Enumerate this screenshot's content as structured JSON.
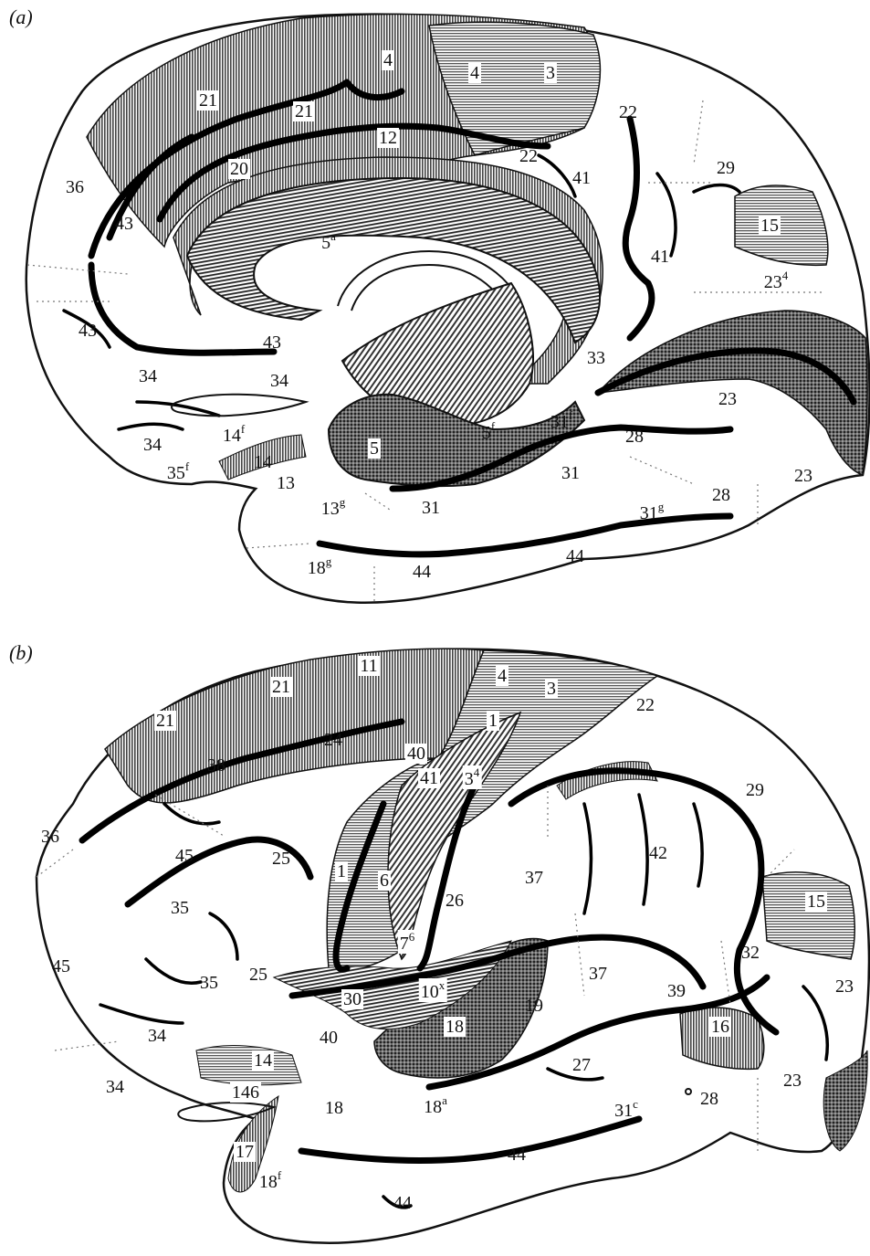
{
  "panels": [
    {
      "id": "a",
      "letter": "(a)",
      "labels": [
        {
          "text": "4",
          "boxed": true
        },
        {
          "text": "4",
          "boxed": true
        },
        {
          "text": "3",
          "boxed": true
        },
        {
          "text": "21",
          "boxed": true
        },
        {
          "text": "21",
          "boxed": true
        },
        {
          "text": "12",
          "boxed": true
        },
        {
          "text": "22"
        },
        {
          "text": "22"
        },
        {
          "text": "20",
          "boxed": true
        },
        {
          "text": "41"
        },
        {
          "text": "29"
        },
        {
          "text": "36"
        },
        {
          "text": "43"
        },
        {
          "text": "5",
          "sup": "a"
        },
        {
          "text": "15",
          "boxed": true
        },
        {
          "text": "41"
        },
        {
          "text": "23",
          "sup": "4"
        },
        {
          "text": "43"
        },
        {
          "text": "43"
        },
        {
          "text": "33"
        },
        {
          "text": "34"
        },
        {
          "text": "34"
        },
        {
          "text": "23"
        },
        {
          "text": "31",
          "sup": "f"
        },
        {
          "text": "5",
          "sup": "f"
        },
        {
          "text": "14",
          "sup": "f"
        },
        {
          "text": "34"
        },
        {
          "text": "28"
        },
        {
          "text": "5",
          "boxed": true
        },
        {
          "text": "35",
          "sup": "f"
        },
        {
          "text": "14"
        },
        {
          "text": "13"
        },
        {
          "text": "31"
        },
        {
          "text": "23"
        },
        {
          "text": "28"
        },
        {
          "text": "13",
          "sup": "g"
        },
        {
          "text": "31"
        },
        {
          "text": "31",
          "sup": "g"
        },
        {
          "text": "18",
          "sup": "g"
        },
        {
          "text": "44"
        },
        {
          "text": "44"
        }
      ]
    },
    {
      "id": "b",
      "letter": "(b)",
      "labels": [
        {
          "text": "11",
          "boxed": true
        },
        {
          "text": "4",
          "boxed": true
        },
        {
          "text": "21",
          "boxed": true
        },
        {
          "text": "3",
          "boxed": true
        },
        {
          "text": "22"
        },
        {
          "text": "21",
          "boxed": true
        },
        {
          "text": "1",
          "boxed": true
        },
        {
          "text": "38"
        },
        {
          "text": "24"
        },
        {
          "text": "40",
          "boxed": true
        },
        {
          "text": "41",
          "boxed": true
        },
        {
          "text": "3",
          "sup": "4",
          "boxed": true
        },
        {
          "text": "29"
        },
        {
          "text": "36"
        },
        {
          "text": "45"
        },
        {
          "text": "42"
        },
        {
          "text": "25"
        },
        {
          "text": "1",
          "boxed": true
        },
        {
          "text": "6",
          "boxed": true
        },
        {
          "text": "37"
        },
        {
          "text": "26"
        },
        {
          "text": "15",
          "boxed": true
        },
        {
          "text": "35"
        },
        {
          "text": "7",
          "sup": "6",
          "boxed": true
        },
        {
          "text": "32"
        },
        {
          "text": "45"
        },
        {
          "text": "25"
        },
        {
          "text": "37"
        },
        {
          "text": "35"
        },
        {
          "text": "30",
          "boxed": true
        },
        {
          "text": "10",
          "sup": "x",
          "boxed": true
        },
        {
          "text": "19"
        },
        {
          "text": "39"
        },
        {
          "text": "23"
        },
        {
          "text": "18",
          "boxed": true
        },
        {
          "text": "16",
          "boxed": true
        },
        {
          "text": "34"
        },
        {
          "text": "40"
        },
        {
          "text": "14",
          "boxed": true
        },
        {
          "text": "27"
        },
        {
          "text": "34"
        },
        {
          "text": "23"
        },
        {
          "text": "146",
          "boxed": true
        },
        {
          "text": "18"
        },
        {
          "text": "18",
          "sup": "a"
        },
        {
          "text": "28"
        },
        {
          "text": "31",
          "sup": "c"
        },
        {
          "text": "17",
          "boxed": true
        },
        {
          "text": "44"
        },
        {
          "text": "18",
          "sup": "f"
        },
        {
          "text": "44"
        }
      ]
    }
  ]
}
